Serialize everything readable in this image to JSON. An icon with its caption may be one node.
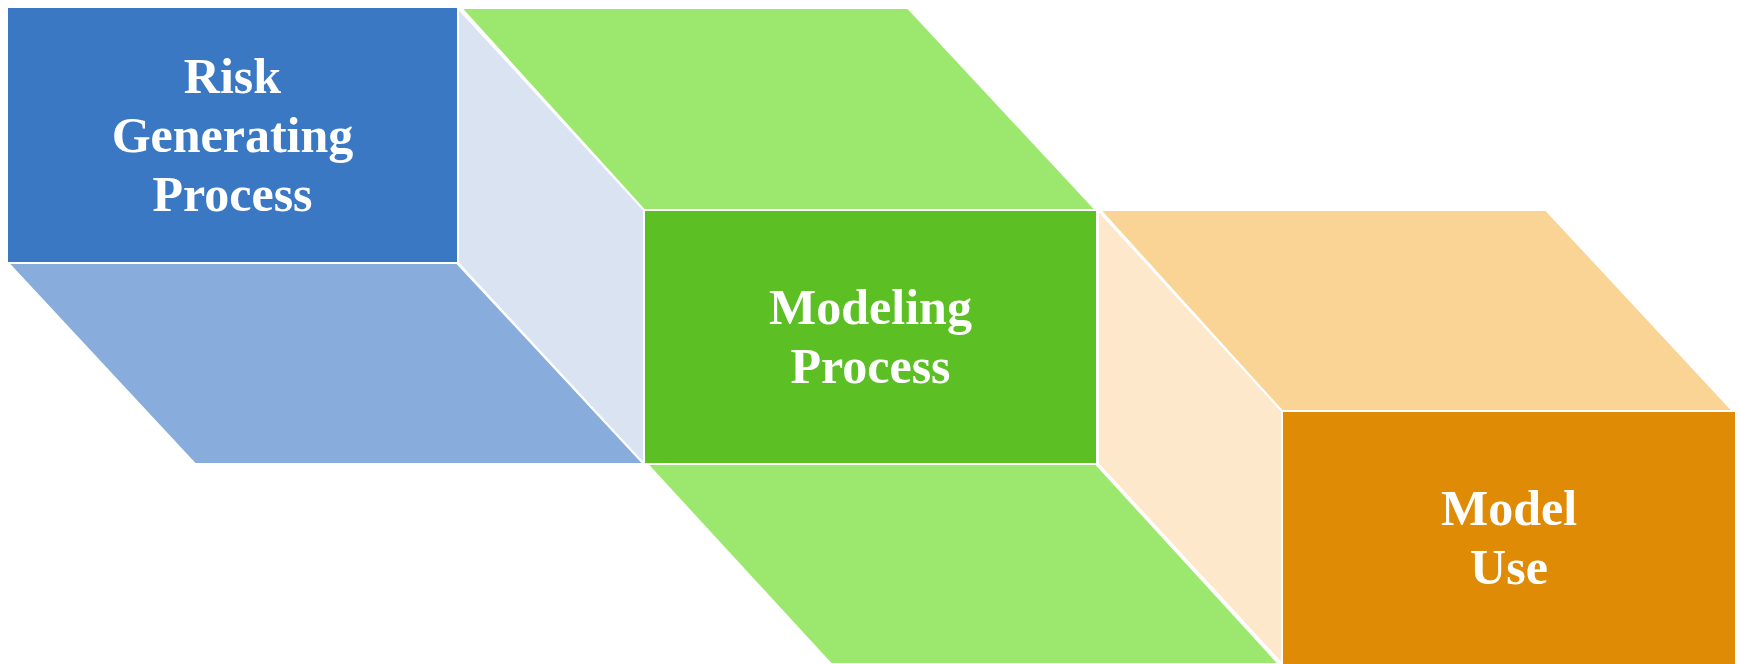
{
  "diagram": {
    "nodes": [
      {
        "text": [
          "Risk Generating Process"
        ]
      },
      {
        "text": [
          "Modeling Process"
        ]
      },
      {
        "text": [
          "Model Use"
        ]
      }
    ]
  }
}
